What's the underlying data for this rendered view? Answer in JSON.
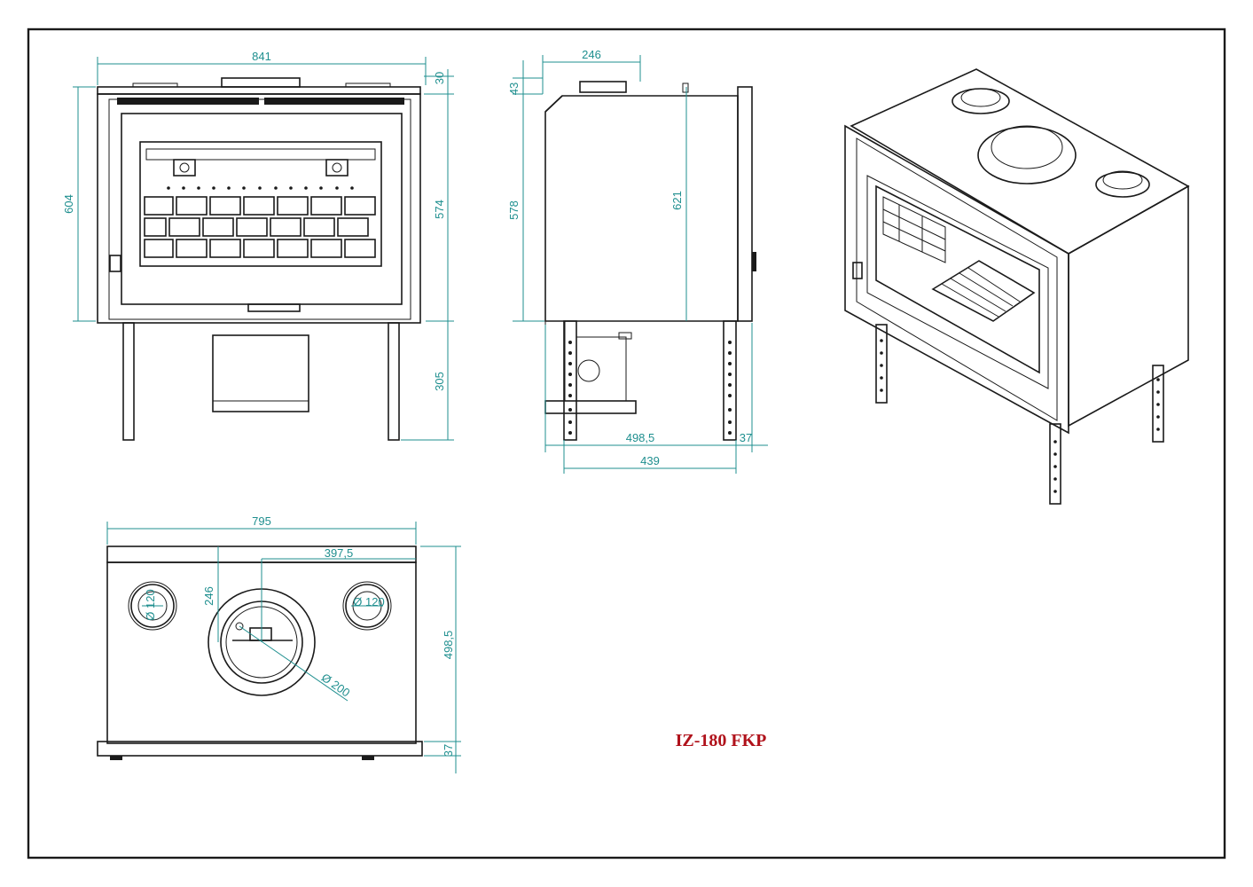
{
  "model_label": "IZ-180 FKP",
  "dimensions": {
    "front_width": "841",
    "front_top_offset": "30",
    "front_total_height": "604",
    "front_body_height": "574",
    "front_leg_height": "305",
    "side_flue_offset": "246",
    "side_top_offset": "43",
    "side_height_578": "578",
    "side_height_621": "621",
    "side_depth": "498,5",
    "side_front_frame": "37",
    "side_leg_depth": "439",
    "top_width": "795",
    "top_half_width": "397,5",
    "top_flue_offset": "246",
    "top_left_duct_diameter": "Ø 120",
    "top_right_duct_diameter": "Ø 120",
    "top_main_flue_diameter": "Ø 200",
    "top_depth": "498,5",
    "top_front_frame": "37"
  }
}
